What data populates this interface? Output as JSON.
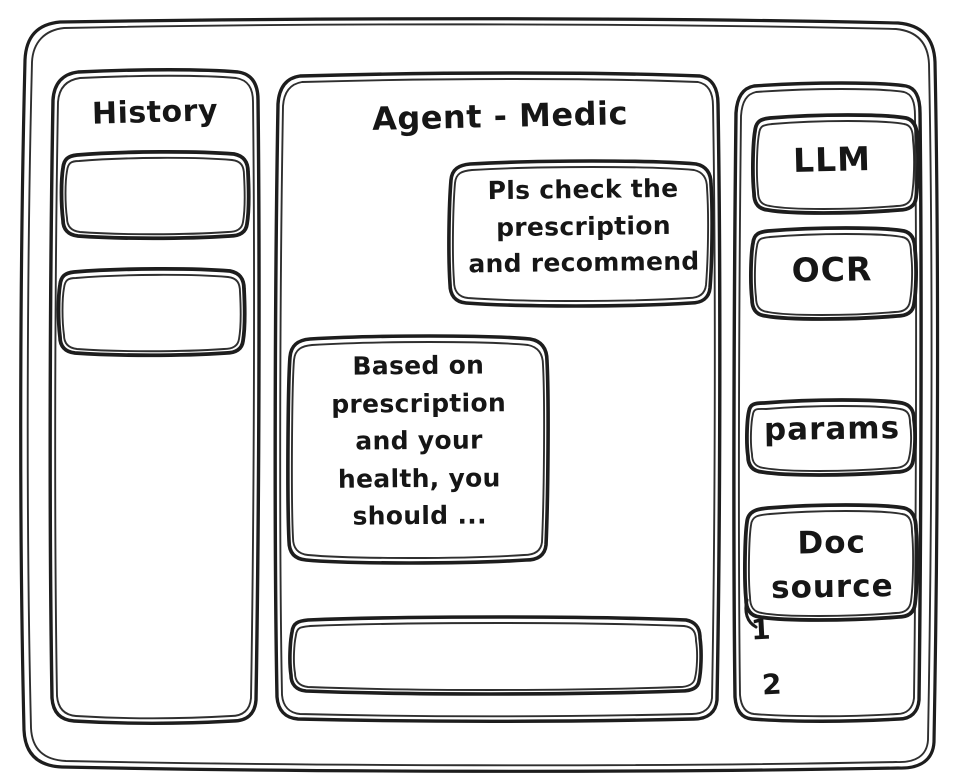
{
  "app": {
    "style": "hand-drawn-wireframe",
    "stroke_color": "#1d1d1d",
    "background_color": "#ffffff"
  },
  "sidebar_left": {
    "title": "History",
    "items": [
      {
        "label": ""
      },
      {
        "label": ""
      }
    ]
  },
  "main": {
    "title": "Agent - Medic",
    "messages": [
      {
        "role": "user",
        "text": "Pls check the\nprescription\nand recommend",
        "align": "right"
      },
      {
        "role": "assistant",
        "text": "Based on\nprescription\nand your\nhealth, you\nshould ...",
        "align": "left"
      }
    ],
    "composer": {
      "value": "",
      "placeholder": ""
    }
  },
  "sidebar_right": {
    "cards": [
      {
        "label": "LLM"
      },
      {
        "label": "OCR"
      },
      {
        "label": "params"
      },
      {
        "label": "Doc\nsource"
      }
    ],
    "doc_source_items": [
      {
        "label": "1"
      },
      {
        "label": "2"
      }
    ]
  }
}
